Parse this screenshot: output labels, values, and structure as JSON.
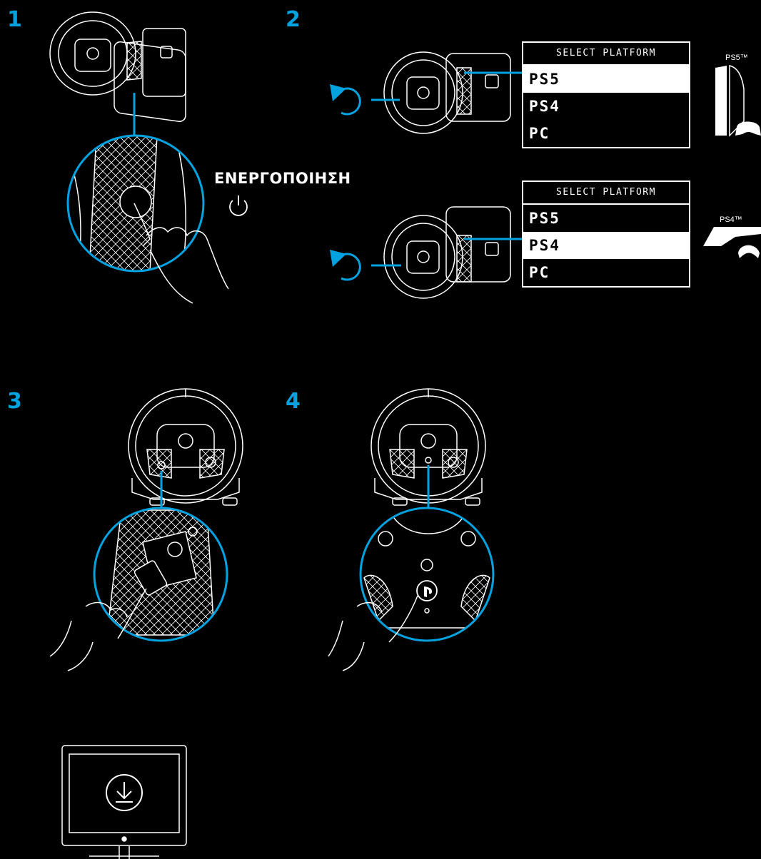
{
  "steps": {
    "s1": "1",
    "s2": "2",
    "s3": "3",
    "s4": "4"
  },
  "power_label": "ΕΝΕΡΓΟΠΟΙΗΣΗ",
  "menus": [
    {
      "header": "SELECT PLATFORM",
      "options": [
        "PS5",
        "PS4",
        "PC"
      ],
      "selected": "PS5"
    },
    {
      "header": "SELECT PLATFORM",
      "options": [
        "PS5",
        "PS4",
        "PC"
      ],
      "selected": "PS4"
    }
  ],
  "platforms": {
    "ps5": "PS5™",
    "ps4": "PS4™"
  },
  "icons": [
    "power-icon",
    "rotate-arrow-icon",
    "playstation-logo-icon",
    "download-icon"
  ],
  "colors": {
    "accent": "#00a2e0",
    "line": "#ffffff",
    "background": "#000000"
  }
}
